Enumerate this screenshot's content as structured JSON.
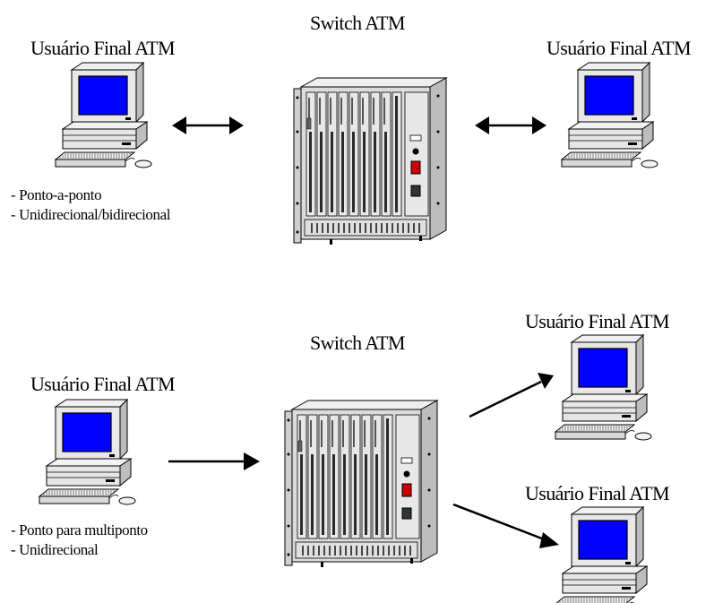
{
  "top": {
    "switch_label": "Switch ATM",
    "left_user_label": "Usuário Final ATM",
    "right_user_label": "Usuário Final ATM",
    "notes": [
      "- Ponto-a-ponto",
      "- Unidirecional/bidirecional"
    ]
  },
  "bottom": {
    "switch_label": "Switch ATM",
    "left_user_label": "Usuário Final ATM",
    "right_top_user_label": "Usuário Final ATM",
    "right_bottom_user_label": "Usuário Final ATM",
    "notes": [
      "- Ponto para multiponto",
      "- Unidirecional"
    ]
  },
  "icons": {
    "computer": "computer-icon",
    "switch": "atm-switch-icon",
    "bidirectional_arrow": "double-arrow-icon",
    "unidirectional_arrow": "arrow-icon"
  },
  "colors": {
    "screen": "#0000ff",
    "device_body": "#e6e6e6",
    "rack_body": "#d9d9d9",
    "outline": "#000000",
    "power_button": "#cc0000"
  }
}
